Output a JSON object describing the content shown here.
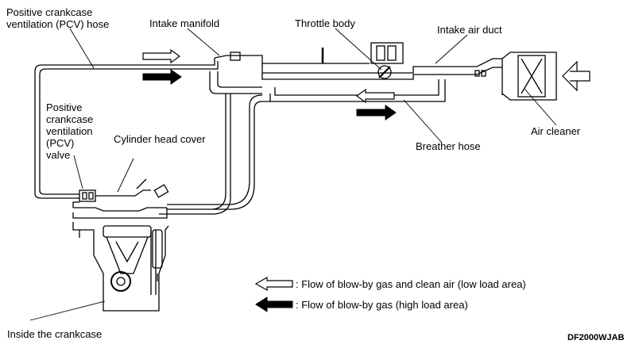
{
  "labels": {
    "pcv_hose": "Positive crankcase\nventilation (PCV) hose",
    "intake_manifold": "Intake manifold",
    "throttle_body": "Throttle body",
    "intake_air_duct": "Intake air duct",
    "pcv_valve": "Positive\ncrankcase\nventilation\n(PCV)\nvalve",
    "cylinder_head_cover": "Cylinder head cover",
    "air_cleaner": "Air cleaner",
    "breather_hose": "Breather hose",
    "inside_crankcase": "Inside the crankcase"
  },
  "legend": {
    "clean_air": ": Flow of blow-by gas and clean air (low load area)",
    "blow_by": ": Flow of blow-by gas (high load area)"
  },
  "figure_code": "DF2000WJAB"
}
